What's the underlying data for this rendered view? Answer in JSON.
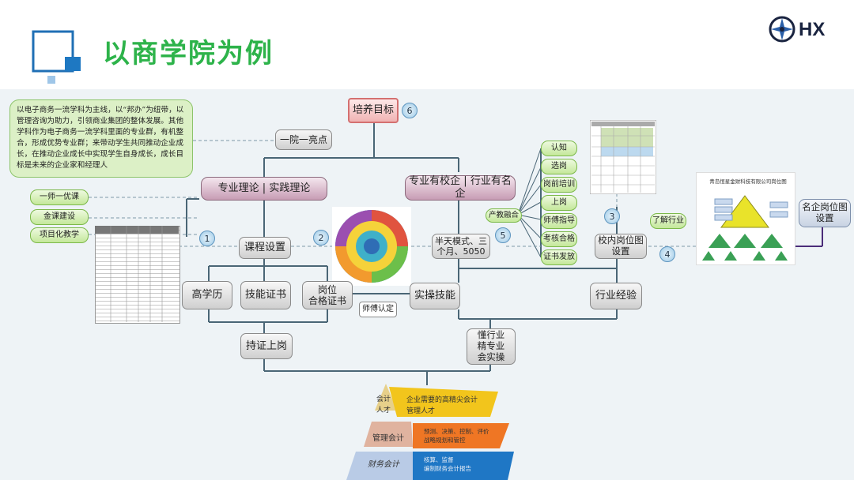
{
  "header": {
    "title": "以商学院为例",
    "logo": "HX"
  },
  "description": "以电子商务一流学科为主线，以“邦办”为纽带，以管理咨询为助力，引领商业集团的整体发展。其他学科作为电子商务一流学科里面的专业群，有机整合，形成优势专业群；来带动学生共同推动企业成长，在推动企业成长中实现学生自身成长，成长目标是未来的企业家和经理人",
  "nodes": {
    "peiyang": "培养目标",
    "yiyuan": "一院一亮点",
    "zhuanye": "专业理论 | 实践理论",
    "xiaoqi": "专业有校企 | 行业有名企",
    "kecheng": "课程设置",
    "banmoshi": "半天模式、三个月、5050",
    "gaoxueli": "高学历",
    "jineng": "技能证书",
    "gangwei": "岗位\n合格证书",
    "shicao": "实操技能",
    "hangye": "行业经验",
    "chizheng": "持证上岗",
    "dong": "懂行业\n精专业\n会实操",
    "xiaonei": "校内岗位图\n设置",
    "mingqi": "名企岗位图\n设置",
    "chanjiao": "产教融合",
    "liaojie": "了解行业",
    "shifu": "师傅认定"
  },
  "left_items": [
    "一师一优课",
    "金课建设",
    "项目化教学"
  ],
  "steps": [
    "认知",
    "选岗",
    "岗前培训",
    "上岗",
    "师傅指导",
    "考核合格",
    "证书发放"
  ],
  "badges": [
    "1",
    "2",
    "3",
    "4",
    "5",
    "6"
  ],
  "company_title": "青岛恒星金财科技有限公司岗位图",
  "pyramid": {
    "top": {
      "label": "会计\n人才",
      "desc": "企业需要的高精尖会计\n管理人才"
    },
    "mid": {
      "label": "管理会计",
      "desc": "预测、决策、控制、评价\n战略规划和管控"
    },
    "bottom": {
      "label": "财务会计",
      "desc": "核算、监督\n编制财务会计报告"
    }
  },
  "colors": {
    "title": "#2db34a",
    "line": "#4a6676",
    "accent": "#4b2c79"
  }
}
